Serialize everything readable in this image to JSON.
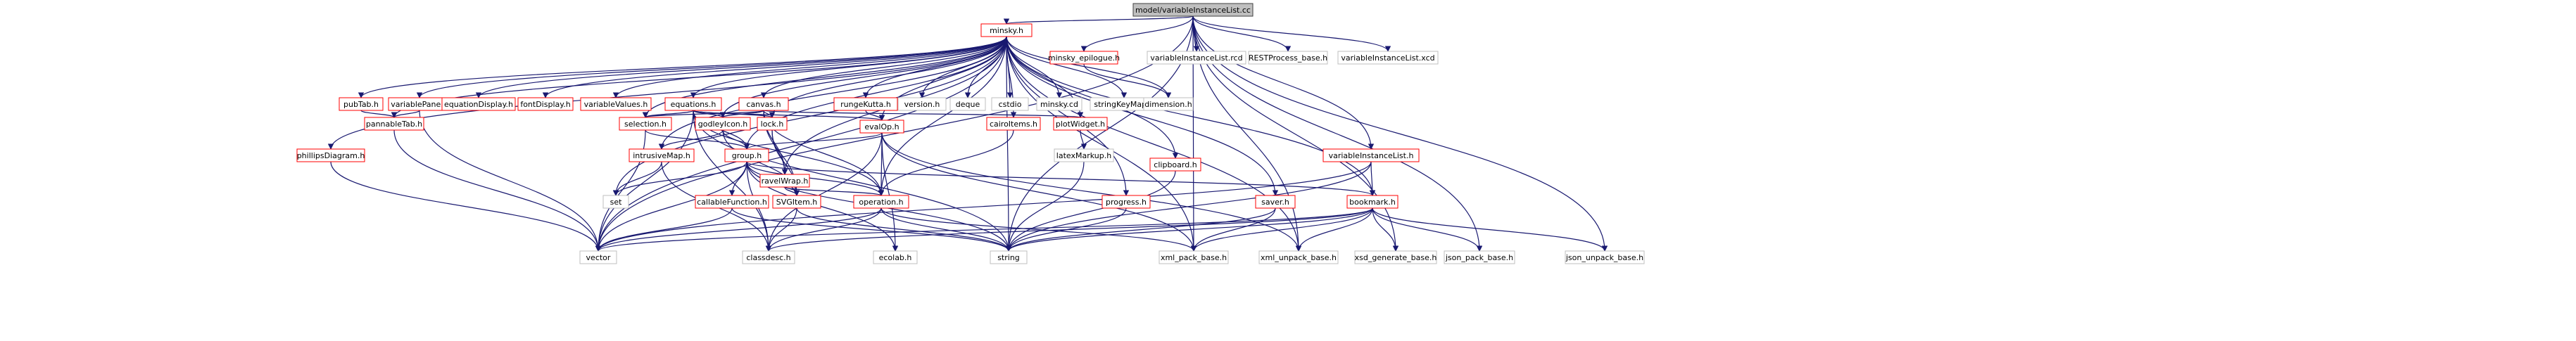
{
  "colors": {
    "edge": "#191970",
    "border_default": "#bfbfbf",
    "border_linked": "#ff0000",
    "border_root": "#404040",
    "fill_root": "#bfbfbf",
    "fill_default": "#ffffff"
  },
  "nodes": [
    {
      "id": "root",
      "label": "model/variableInstanceList.cc",
      "kind": "root"
    },
    {
      "id": "minsky",
      "label": "minsky.h",
      "kind": "linked"
    },
    {
      "id": "minsky_epilogue",
      "label": "minsky_epilogue.h",
      "kind": "linked"
    },
    {
      "id": "vil_rcd",
      "label": "variableInstanceList.rcd",
      "kind": "plain"
    },
    {
      "id": "restprocess",
      "label": "RESTProcess_base.h",
      "kind": "plain"
    },
    {
      "id": "vil_xcd",
      "label": "variableInstanceList.xcd",
      "kind": "plain"
    },
    {
      "id": "pubtab",
      "label": "pubTab.h",
      "kind": "linked"
    },
    {
      "id": "variablepane",
      "label": "variablePane.h",
      "kind": "linked"
    },
    {
      "id": "phillips",
      "label": "phillipsDiagram.h",
      "kind": "linked"
    },
    {
      "id": "equationdisplay",
      "label": "equationDisplay.h",
      "kind": "linked"
    },
    {
      "id": "fontdisplay",
      "label": "fontDisplay.h",
      "kind": "linked"
    },
    {
      "id": "variablevalues",
      "label": "variableValues.h",
      "kind": "linked"
    },
    {
      "id": "equations",
      "label": "equations.h",
      "kind": "linked"
    },
    {
      "id": "canvas",
      "label": "canvas.h",
      "kind": "linked"
    },
    {
      "id": "rungekutta",
      "label": "rungeKutta.h",
      "kind": "linked"
    },
    {
      "id": "version",
      "label": "version.h",
      "kind": "plain"
    },
    {
      "id": "deque",
      "label": "deque",
      "kind": "plain"
    },
    {
      "id": "cstdio",
      "label": "cstdio",
      "kind": "plain"
    },
    {
      "id": "minskycd",
      "label": "minsky.cd",
      "kind": "plain"
    },
    {
      "id": "stringkeymap",
      "label": "stringKeyMap.h",
      "kind": "plain"
    },
    {
      "id": "dimension",
      "label": "dimension.h",
      "kind": "plain"
    },
    {
      "id": "pannabletab",
      "label": "pannableTab.h",
      "kind": "linked"
    },
    {
      "id": "selection",
      "label": "selection.h",
      "kind": "linked"
    },
    {
      "id": "godleyicon",
      "label": "godleyIcon.h",
      "kind": "linked"
    },
    {
      "id": "lock",
      "label": "lock.h",
      "kind": "linked"
    },
    {
      "id": "evalop",
      "label": "evalOp.h",
      "kind": "linked"
    },
    {
      "id": "cairoitems",
      "label": "cairoItems.h",
      "kind": "linked"
    },
    {
      "id": "plotwidget",
      "label": "plotWidget.h",
      "kind": "linked"
    },
    {
      "id": "latexmarkup",
      "label": "latexMarkup.h",
      "kind": "plain"
    },
    {
      "id": "intrusivemap",
      "label": "intrusiveMap.h",
      "kind": "linked"
    },
    {
      "id": "group",
      "label": "group.h",
      "kind": "linked"
    },
    {
      "id": "ravelwrap",
      "label": "ravelWrap.h",
      "kind": "linked"
    },
    {
      "id": "clipboard",
      "label": "clipboard.h",
      "kind": "linked"
    },
    {
      "id": "vil_h",
      "label": "variableInstanceList.h",
      "kind": "linked"
    },
    {
      "id": "set",
      "label": "set",
      "kind": "plain"
    },
    {
      "id": "callablefunction",
      "label": "callableFunction.h",
      "kind": "linked"
    },
    {
      "id": "svgitem",
      "label": "SVGItem.h",
      "kind": "linked"
    },
    {
      "id": "operation",
      "label": "operation.h",
      "kind": "linked"
    },
    {
      "id": "progress",
      "label": "progress.h",
      "kind": "linked"
    },
    {
      "id": "saver",
      "label": "saver.h",
      "kind": "linked"
    },
    {
      "id": "bookmark",
      "label": "bookmark.h",
      "kind": "linked"
    },
    {
      "id": "vector",
      "label": "vector",
      "kind": "plain"
    },
    {
      "id": "classdesc",
      "label": "classdesc.h",
      "kind": "plain"
    },
    {
      "id": "ecolab",
      "label": "ecolab.h",
      "kind": "plain"
    },
    {
      "id": "string",
      "label": "string",
      "kind": "plain"
    },
    {
      "id": "xml_pack",
      "label": "xml_pack_base.h",
      "kind": "plain"
    },
    {
      "id": "xml_unpack",
      "label": "xml_unpack_base.h",
      "kind": "plain"
    },
    {
      "id": "xsd_generate",
      "label": "xsd_generate_base.h",
      "kind": "plain"
    },
    {
      "id": "json_pack",
      "label": "json_pack_base.h",
      "kind": "plain"
    },
    {
      "id": "json_unpack",
      "label": "json_unpack_base.h",
      "kind": "plain"
    }
  ],
  "edges": [
    [
      "root",
      "minsky"
    ],
    [
      "root",
      "minsky_epilogue"
    ],
    [
      "root",
      "vil_rcd"
    ],
    [
      "root",
      "restprocess"
    ],
    [
      "root",
      "vil_xcd"
    ],
    [
      "root",
      "vil_h"
    ],
    [
      "root",
      "vector"
    ],
    [
      "root",
      "xml_pack"
    ],
    [
      "root",
      "xml_unpack"
    ],
    [
      "root",
      "xsd_generate"
    ],
    [
      "root",
      "json_pack"
    ],
    [
      "root",
      "json_unpack"
    ],
    [
      "root",
      "string"
    ],
    [
      "minsky",
      "pubtab"
    ],
    [
      "minsky",
      "variablepane"
    ],
    [
      "minsky",
      "phillips"
    ],
    [
      "minsky",
      "equationdisplay"
    ],
    [
      "minsky",
      "fontdisplay"
    ],
    [
      "minsky",
      "variablevalues"
    ],
    [
      "minsky",
      "equations"
    ],
    [
      "minsky",
      "canvas"
    ],
    [
      "minsky",
      "rungekutta"
    ],
    [
      "minsky",
      "version"
    ],
    [
      "minsky",
      "deque"
    ],
    [
      "minsky",
      "cstdio"
    ],
    [
      "minsky",
      "minskycd"
    ],
    [
      "minsky",
      "stringkeymap"
    ],
    [
      "minsky",
      "dimension"
    ],
    [
      "minsky",
      "pannabletab"
    ],
    [
      "minsky",
      "selection"
    ],
    [
      "minsky",
      "godleyicon"
    ],
    [
      "minsky",
      "lock"
    ],
    [
      "minsky",
      "evalop"
    ],
    [
      "minsky",
      "cairoitems"
    ],
    [
      "minsky",
      "plotwidget"
    ],
    [
      "minsky",
      "intrusivemap"
    ],
    [
      "minsky",
      "group"
    ],
    [
      "minsky",
      "ravelwrap"
    ],
    [
      "minsky",
      "clipboard"
    ],
    [
      "minsky",
      "operation"
    ],
    [
      "minsky",
      "progress"
    ],
    [
      "minsky",
      "saver"
    ],
    [
      "minsky",
      "bookmark"
    ],
    [
      "minsky",
      "vector"
    ],
    [
      "minsky",
      "string"
    ],
    [
      "minsky",
      "xml_pack"
    ],
    [
      "minsky",
      "xml_unpack"
    ],
    [
      "minsky",
      "set"
    ],
    [
      "minsky_epilogue",
      "dimension"
    ],
    [
      "pubtab",
      "pannabletab"
    ],
    [
      "variablepane",
      "pannabletab"
    ],
    [
      "variablepane",
      "vector"
    ],
    [
      "pannabletab",
      "vector"
    ],
    [
      "phillips",
      "vector"
    ],
    [
      "equations",
      "selection"
    ],
    [
      "equations",
      "godleyicon"
    ],
    [
      "equations",
      "lock"
    ],
    [
      "equations",
      "evalop"
    ],
    [
      "equations",
      "group"
    ],
    [
      "equations",
      "operation"
    ],
    [
      "equations",
      "classdesc"
    ],
    [
      "equations",
      "vector"
    ],
    [
      "equations",
      "string"
    ],
    [
      "canvas",
      "selection"
    ],
    [
      "canvas",
      "godleyicon"
    ],
    [
      "canvas",
      "lock"
    ],
    [
      "canvas",
      "plotwidget"
    ],
    [
      "canvas",
      "ravelwrap"
    ],
    [
      "canvas",
      "operation"
    ],
    [
      "canvas",
      "svgitem"
    ],
    [
      "rungekutta",
      "evalop"
    ],
    [
      "selection",
      "group"
    ],
    [
      "selection",
      "vector"
    ],
    [
      "godleyicon",
      "intrusivemap"
    ],
    [
      "godleyicon",
      "group"
    ],
    [
      "godleyicon",
      "svgitem"
    ],
    [
      "lock",
      "ravelwrap"
    ],
    [
      "lock",
      "svgitem"
    ],
    [
      "evalop",
      "group"
    ],
    [
      "evalop",
      "operation"
    ],
    [
      "evalop",
      "ecolab"
    ],
    [
      "evalop",
      "classdesc"
    ],
    [
      "evalop",
      "xml_pack"
    ],
    [
      "evalop",
      "xml_unpack"
    ],
    [
      "cairoitems",
      "operation"
    ],
    [
      "plotwidget",
      "latexmarkup"
    ],
    [
      "latexmarkup",
      "string"
    ],
    [
      "intrusivemap",
      "set"
    ],
    [
      "intrusivemap",
      "classdesc"
    ],
    [
      "group",
      "set"
    ],
    [
      "group",
      "vector"
    ],
    [
      "group",
      "callablefunction"
    ],
    [
      "group",
      "svgitem"
    ],
    [
      "group",
      "operation"
    ],
    [
      "group",
      "bookmark"
    ],
    [
      "group",
      "classdesc"
    ],
    [
      "group",
      "ecolab"
    ],
    [
      "group",
      "string"
    ],
    [
      "ravelwrap",
      "operation"
    ],
    [
      "ravelwrap",
      "svgitem"
    ],
    [
      "callablefunction",
      "vector"
    ],
    [
      "callablefunction",
      "string"
    ],
    [
      "svgitem",
      "classdesc"
    ],
    [
      "svgitem",
      "string"
    ],
    [
      "operation",
      "classdesc"
    ],
    [
      "operation",
      "string"
    ],
    [
      "operation",
      "xml_pack"
    ],
    [
      "operation",
      "vector"
    ],
    [
      "clipboard",
      "string"
    ],
    [
      "progress",
      "string"
    ],
    [
      "saver",
      "string"
    ],
    [
      "saver",
      "xml_pack"
    ],
    [
      "vil_h",
      "bookmark"
    ],
    [
      "vil_h",
      "string"
    ],
    [
      "vil_h",
      "vector"
    ],
    [
      "bookmark",
      "string"
    ],
    [
      "bookmark",
      "vector"
    ],
    [
      "bookmark",
      "xml_pack"
    ],
    [
      "bookmark",
      "xml_unpack"
    ],
    [
      "bookmark",
      "xsd_generate"
    ],
    [
      "bookmark",
      "json_pack"
    ],
    [
      "bookmark",
      "json_unpack"
    ],
    [
      "bookmark",
      "classdesc"
    ]
  ]
}
